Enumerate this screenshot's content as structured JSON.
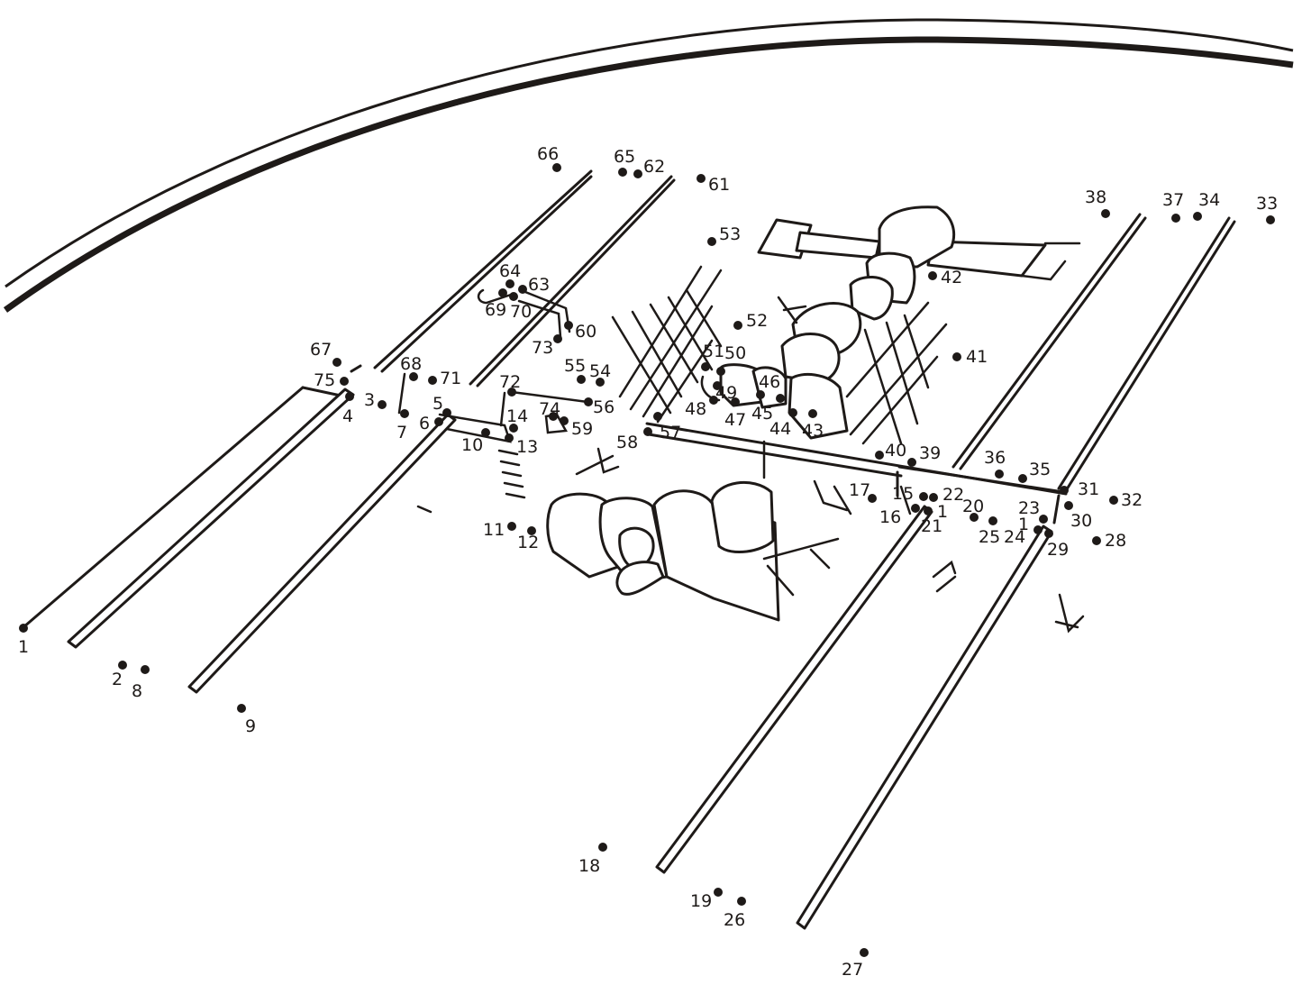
{
  "worksheet": {
    "dots": [
      {
        "label": "1"
      },
      {
        "label": "2"
      },
      {
        "label": "3"
      },
      {
        "label": "4"
      },
      {
        "label": "5"
      },
      {
        "label": "6"
      },
      {
        "label": "7"
      },
      {
        "label": "8"
      },
      {
        "label": "9"
      },
      {
        "label": "10"
      },
      {
        "label": "11"
      },
      {
        "label": "12"
      },
      {
        "label": "13"
      },
      {
        "label": "14"
      },
      {
        "label": "15"
      },
      {
        "label": "16"
      },
      {
        "label": "17"
      },
      {
        "label": "18"
      },
      {
        "label": "19"
      },
      {
        "label": "20"
      },
      {
        "label": "21"
      },
      {
        "label": "22"
      },
      {
        "label": "23"
      },
      {
        "label": "24"
      },
      {
        "label": "25"
      },
      {
        "label": "26"
      },
      {
        "label": "27"
      },
      {
        "label": "28"
      },
      {
        "label": "29"
      },
      {
        "label": "30"
      },
      {
        "label": "31"
      },
      {
        "label": "32"
      },
      {
        "label": "33"
      },
      {
        "label": "34"
      },
      {
        "label": "35"
      },
      {
        "label": "36"
      },
      {
        "label": "37"
      },
      {
        "label": "38"
      },
      {
        "label": "39"
      },
      {
        "label": "40"
      },
      {
        "label": "41"
      },
      {
        "label": "42"
      },
      {
        "label": "43"
      },
      {
        "label": "44"
      },
      {
        "label": "45"
      },
      {
        "label": "46"
      },
      {
        "label": "47"
      },
      {
        "label": "48"
      },
      {
        "label": "49"
      },
      {
        "label": "50"
      },
      {
        "label": "51"
      },
      {
        "label": "52"
      },
      {
        "label": "53"
      },
      {
        "label": "54"
      },
      {
        "label": "55"
      },
      {
        "label": "56"
      },
      {
        "label": "57"
      },
      {
        "label": "58"
      },
      {
        "label": "59"
      },
      {
        "label": "60"
      },
      {
        "label": "61"
      },
      {
        "label": "62"
      },
      {
        "label": "63"
      },
      {
        "label": "64"
      },
      {
        "label": "65"
      },
      {
        "label": "66"
      },
      {
        "label": "67"
      },
      {
        "label": "68"
      },
      {
        "label": "69"
      },
      {
        "label": "70"
      },
      {
        "label": "71"
      },
      {
        "label": "72"
      },
      {
        "label": "73"
      },
      {
        "label": "74"
      },
      {
        "label": "75"
      }
    ],
    "extra_labels": [
      {
        "label": "1"
      },
      {
        "label": "1"
      }
    ]
  }
}
